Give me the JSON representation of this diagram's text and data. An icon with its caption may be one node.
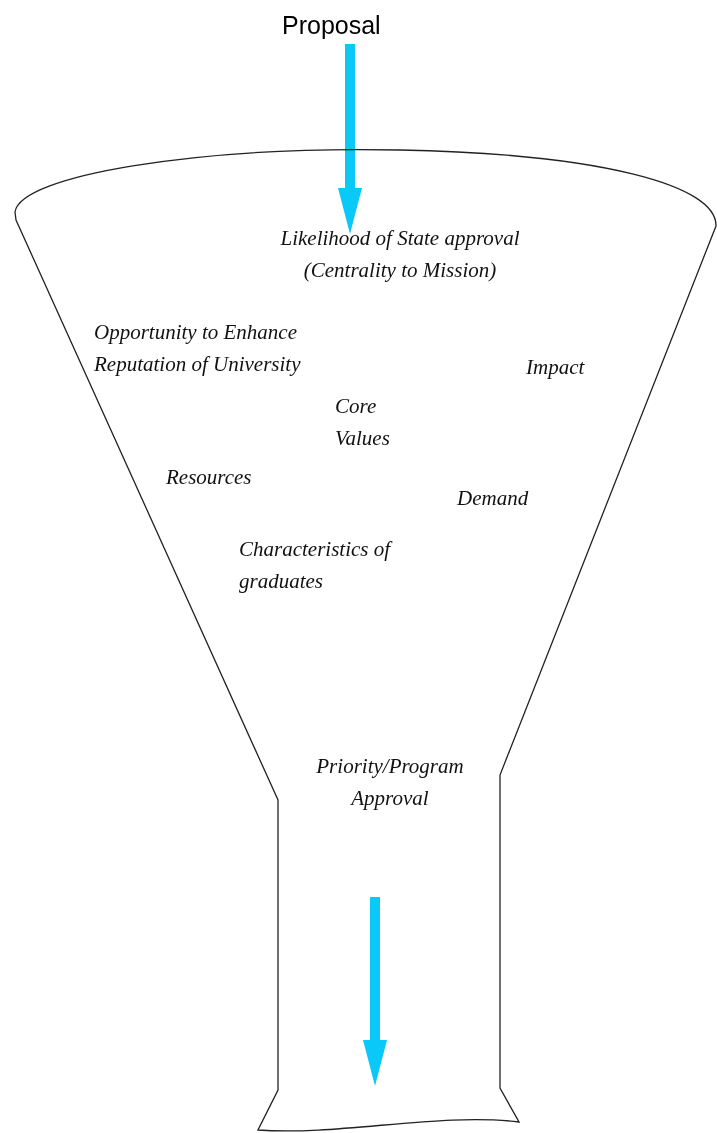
{
  "diagram": {
    "nodes": [
      {
        "text": [
          "Proposal"
        ]
      },
      {
        "text": [
          "Likelihood of State approval (Centrality to Mission)",
          "Opportunity to Enhance Reputation of University",
          "Impact",
          "Core Values",
          "Resources",
          "Demand",
          "Characteristics of graduates",
          "Priority/Program Approval"
        ]
      }
    ],
    "edges": [
      {
        "from": 0,
        "to": 1,
        "arrow": "to"
      },
      {
        "from": null,
        "to": 1,
        "arrow": "to"
      }
    ]
  }
}
